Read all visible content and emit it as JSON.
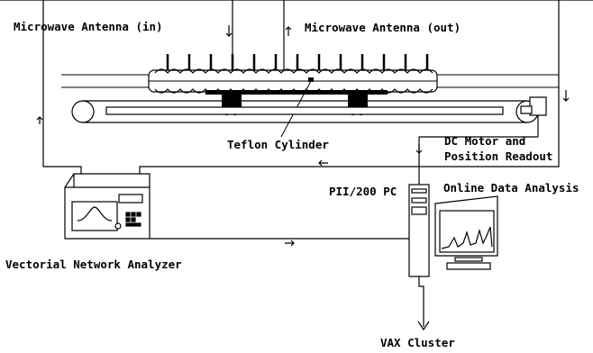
{
  "labels": {
    "antenna_in": "Microwave Antenna (in)",
    "antenna_out": "Microwave Antenna (out)",
    "teflon": "Teflon Cylinder",
    "motor_line1": "DC Motor and",
    "motor_line2": "Position Readout",
    "pc": "PII/200 PC",
    "analysis": "Online Data Analysis",
    "analyzer": "Vectorial Network Analyzer",
    "vax": "VAX Cluster"
  }
}
